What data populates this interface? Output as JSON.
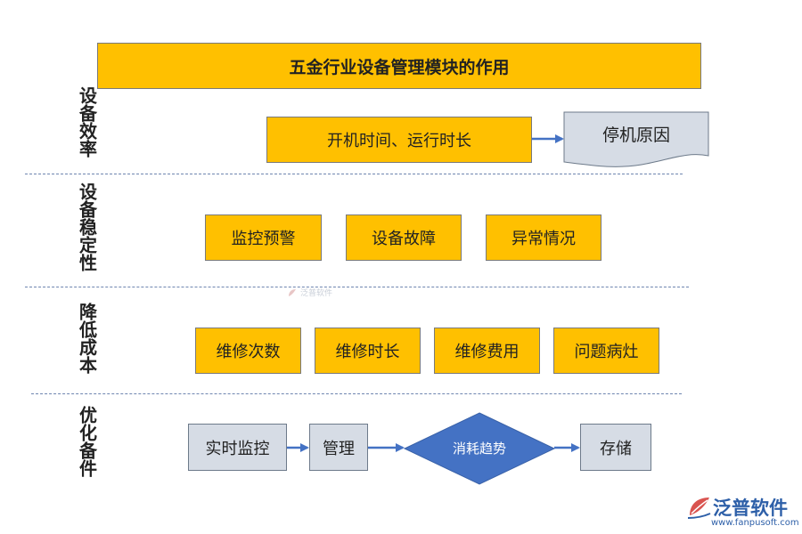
{
  "title": "五金行业设备管理模块的作用",
  "sections": [
    {
      "label": "设备效率"
    },
    {
      "label": "设备稳定性"
    },
    {
      "label": "降低成本"
    },
    {
      "label": "优化备件"
    }
  ],
  "efficiency": {
    "runtime": "开机时间、运行时长",
    "downtime_reason": "停机原因"
  },
  "stability": {
    "items": [
      "监控预警",
      "设备故障",
      "异常情况"
    ]
  },
  "cost": {
    "items": [
      "维修次数",
      "维修时长",
      "维修费用",
      "问题病灶"
    ]
  },
  "spares": {
    "realtime": "实时监控",
    "manage": "管理",
    "trend": "消耗趋势",
    "storage": "存储"
  },
  "watermark": "泛普软件",
  "brand": {
    "name": "泛普软件",
    "url": "www.fanpusoft.com"
  },
  "colors": {
    "box_yellow": "#ffc000",
    "box_grey": "#d6dce5",
    "diamond_blue": "#4472c4",
    "arrow_blue": "#4472c4",
    "brand_blue": "#2d5fa8"
  }
}
